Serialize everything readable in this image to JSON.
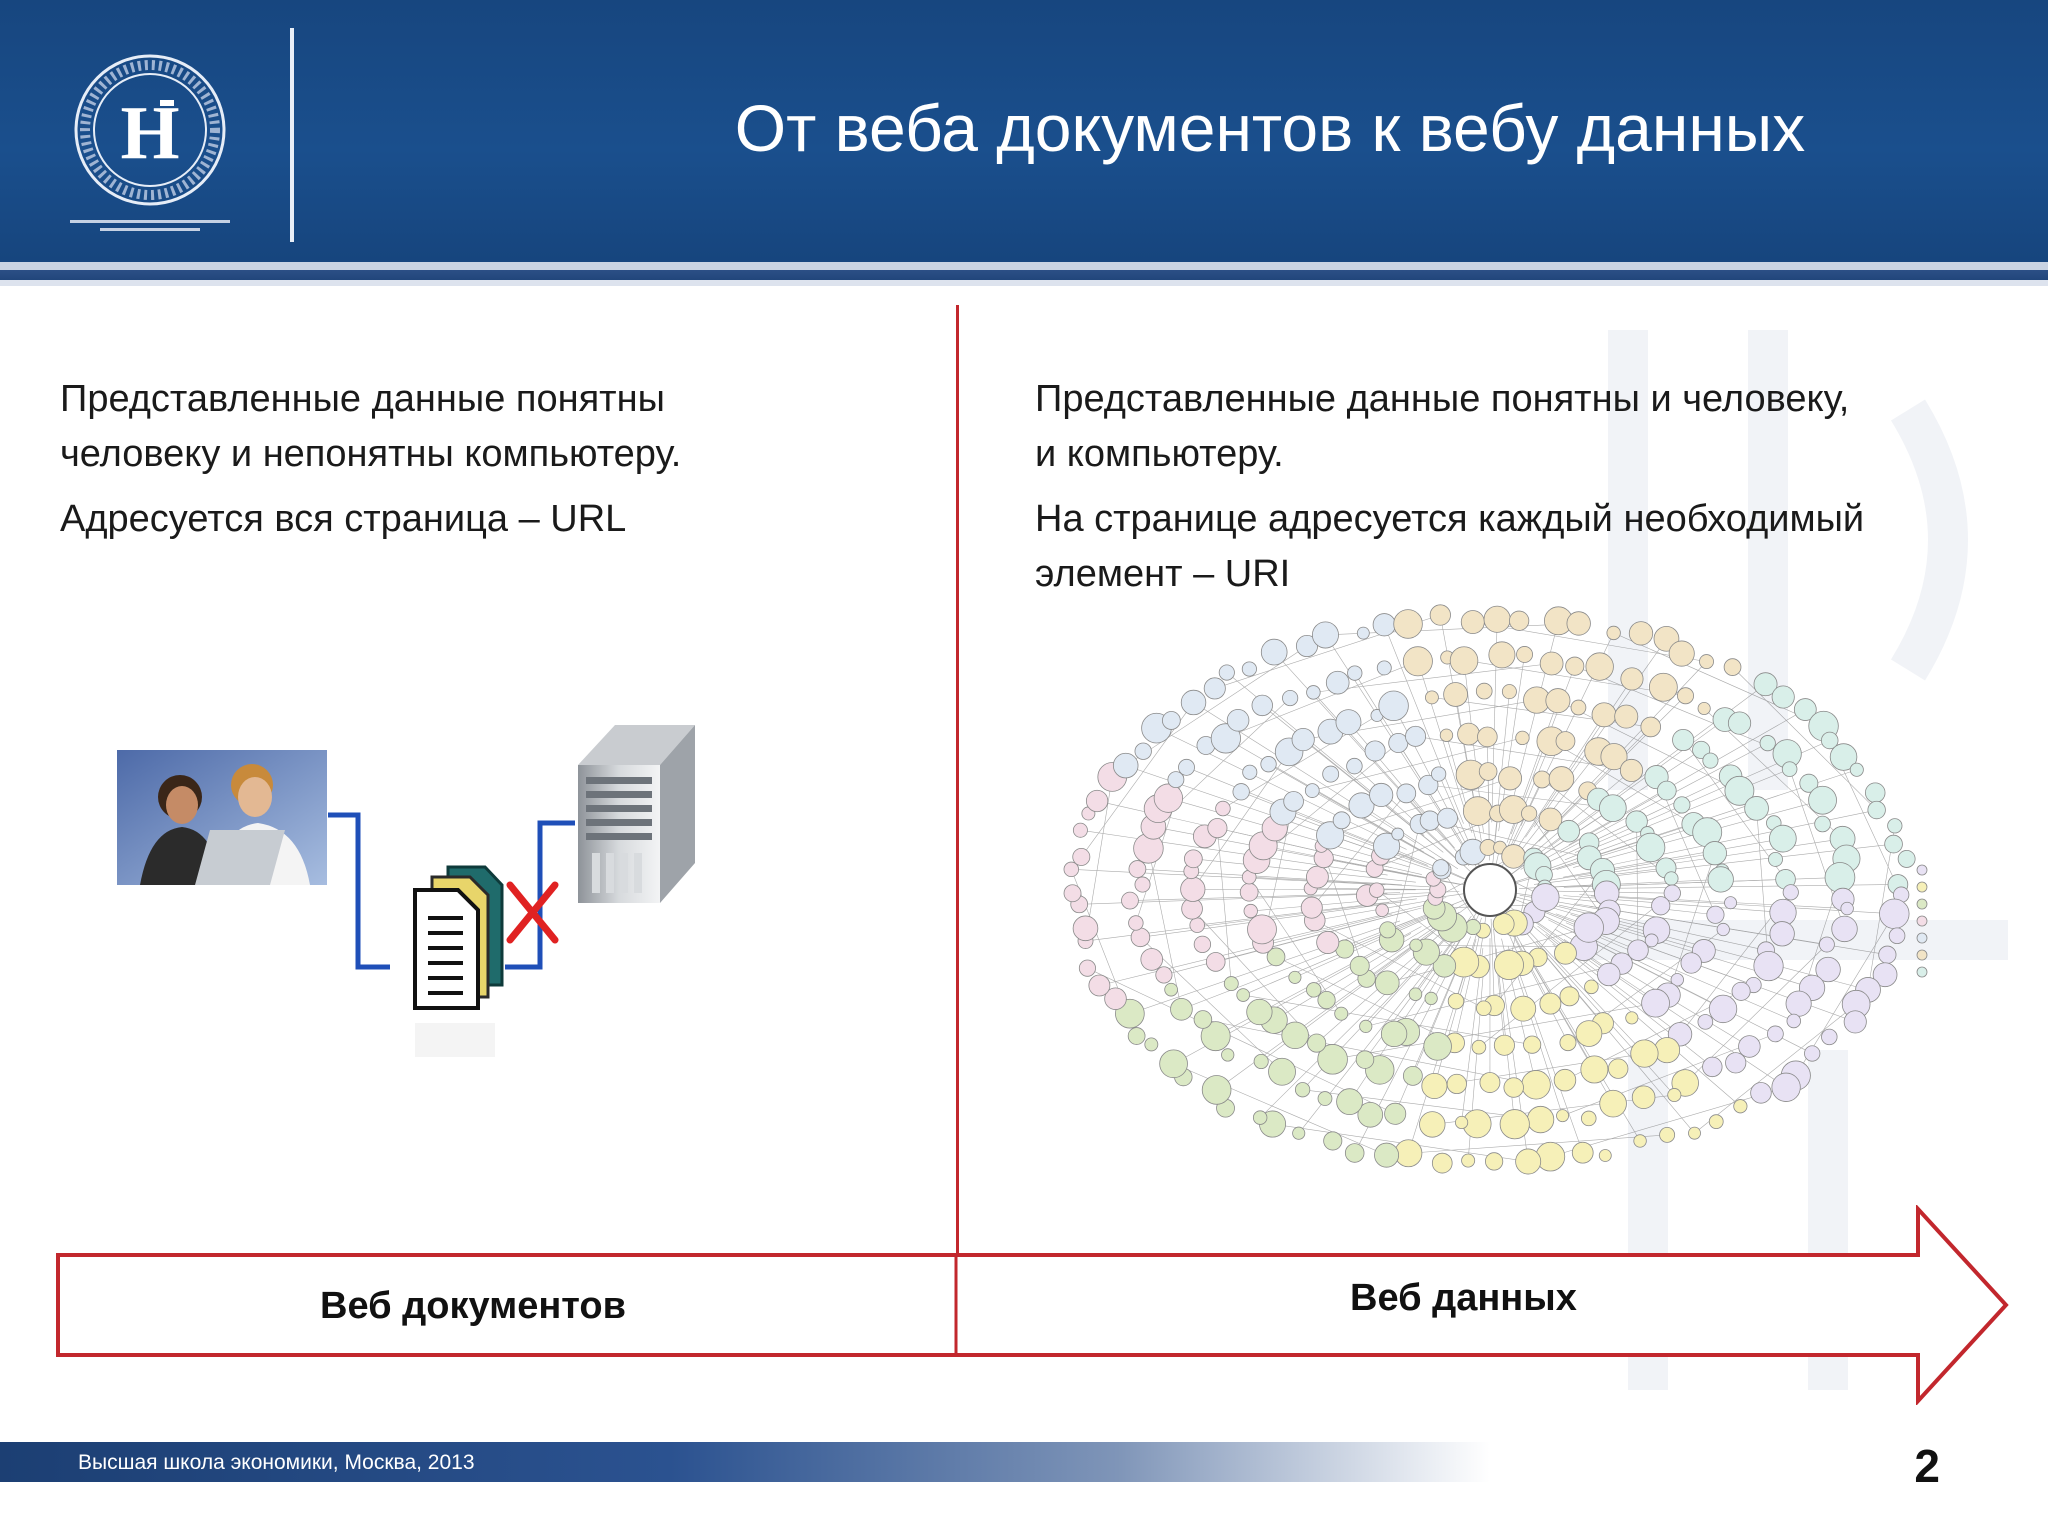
{
  "slide": {
    "title": "От веба документов к вебу данных",
    "page_number": "2"
  },
  "left": {
    "line1": "Представленные данные понятны",
    "line2": "человеку и непонятны компьютеру.",
    "line3": "Адресуется вся страница – URL"
  },
  "right": {
    "line1": "Представленные данные понятны и человеку,",
    "line2": "и компьютеру.",
    "line3": "На странице адресуется каждый необходимый",
    "line4": "элемент – URI"
  },
  "arrow": {
    "left_label": "Веб документов",
    "right_label": "Веб данных"
  },
  "footer": {
    "text": "Высшая школа экономики, Москва, 2013"
  },
  "colors": {
    "header_blue": "#17467f",
    "divider_red": "#c2272d",
    "connector_blue": "#1f4fb8"
  }
}
